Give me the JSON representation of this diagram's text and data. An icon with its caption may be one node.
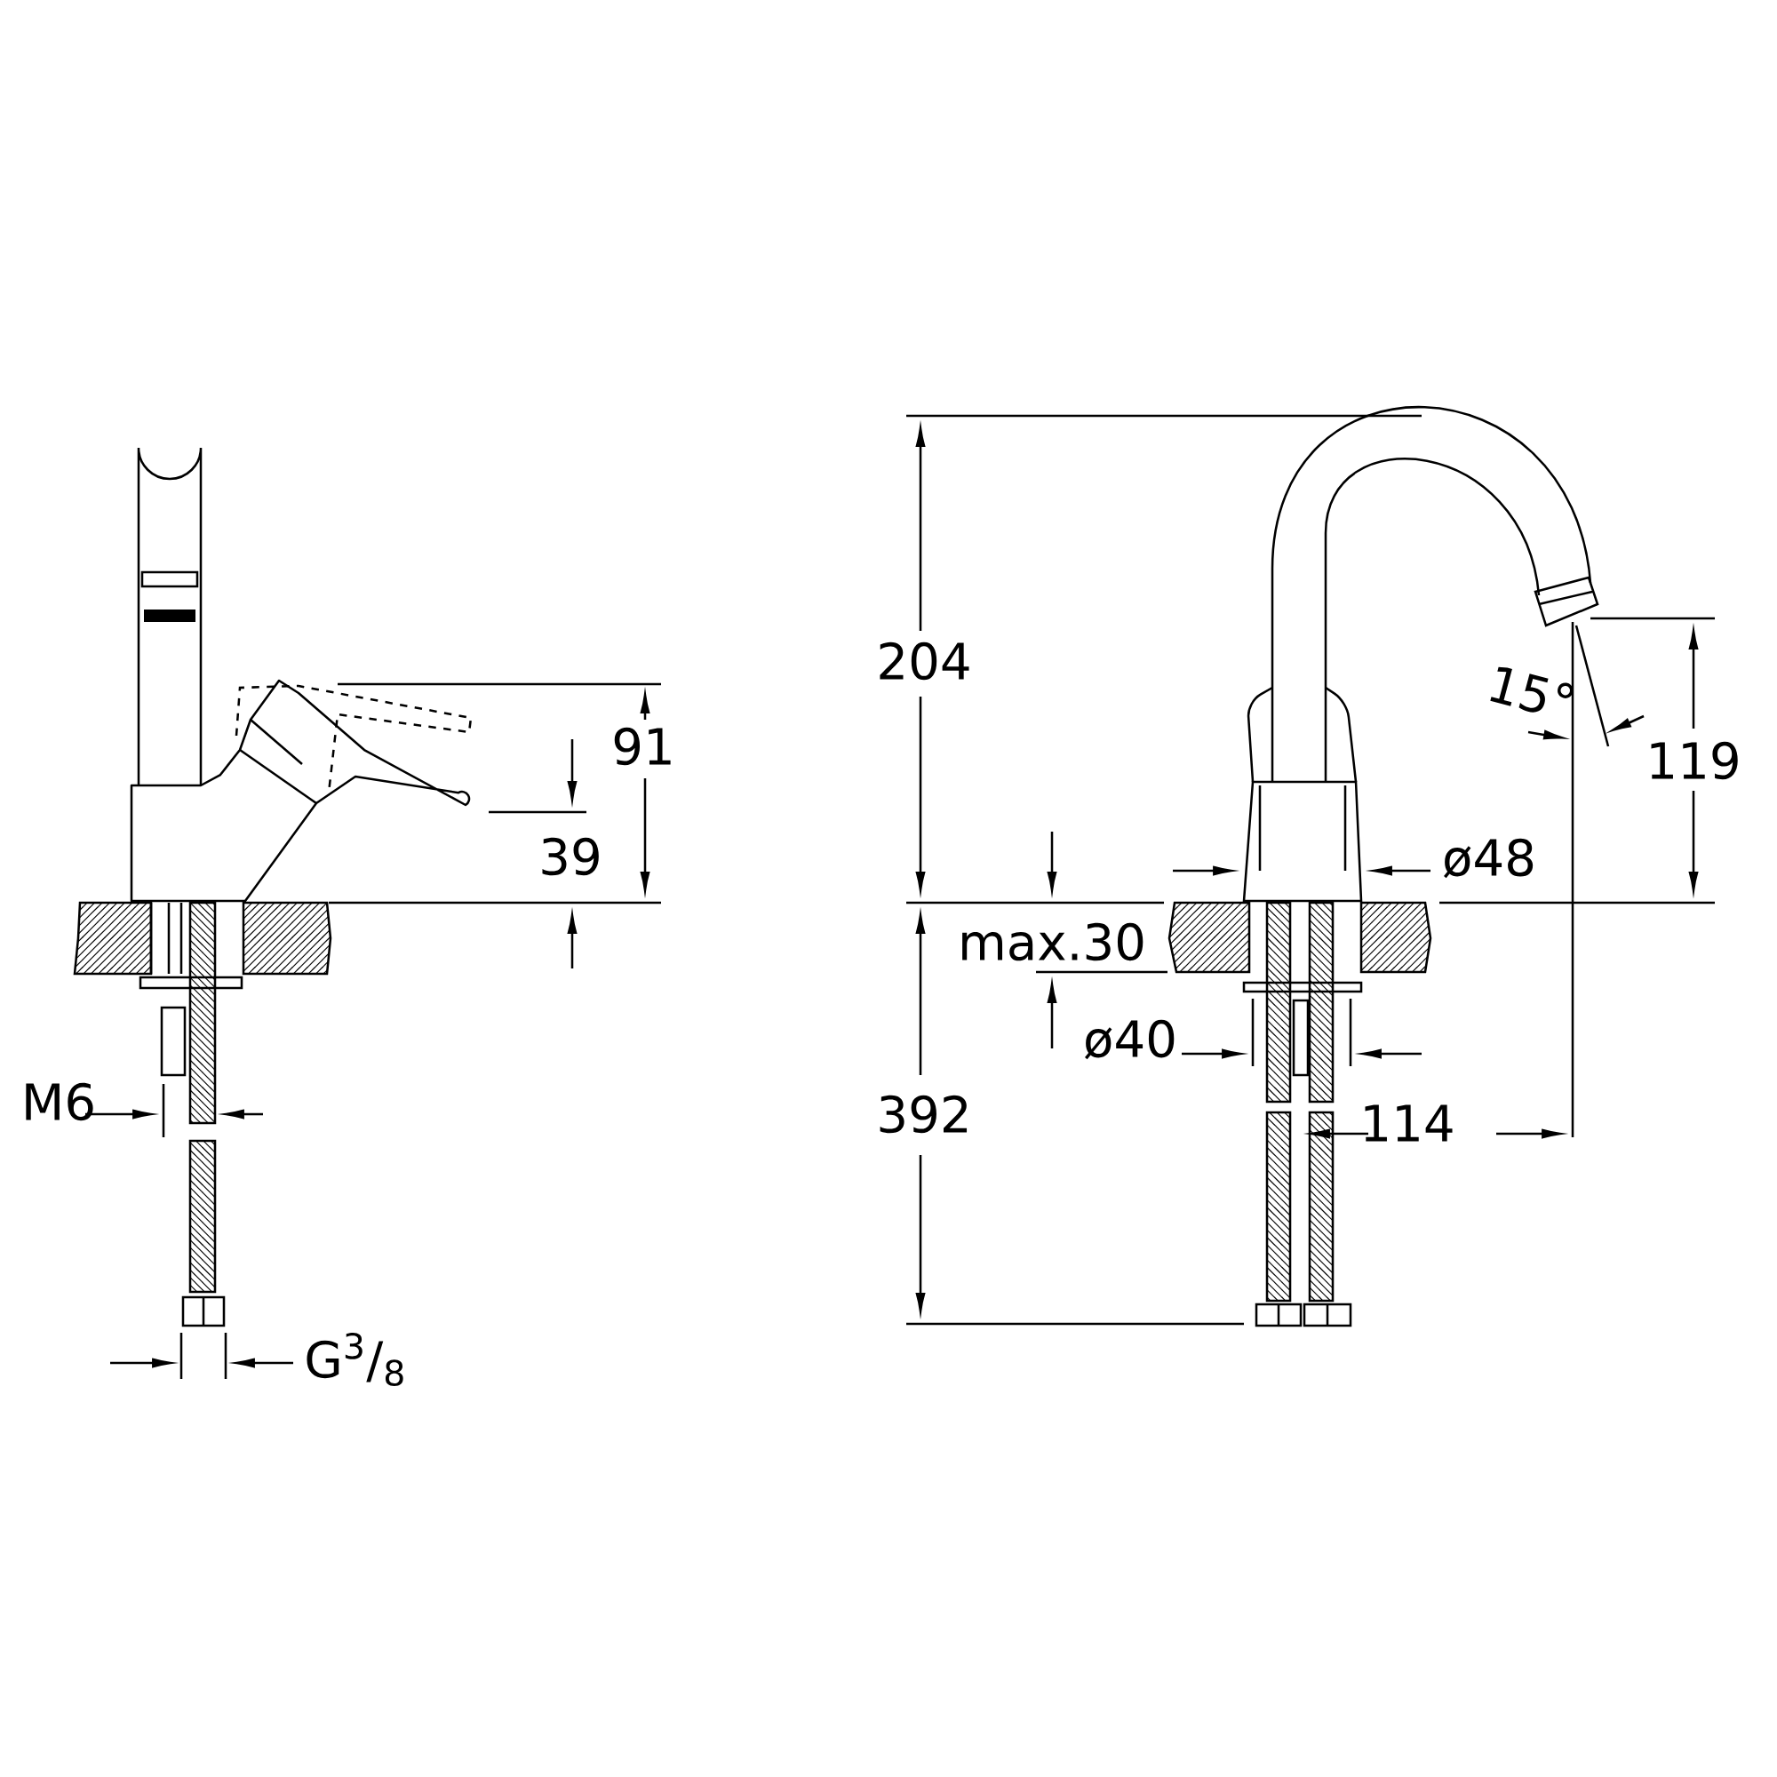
{
  "diagram": {
    "labels": [
      "204",
      "15°",
      "91",
      "119",
      "39",
      "ø48",
      "max.30",
      "ø40",
      "M6",
      "392",
      "114",
      "G$^{3}$/$_{8}$"
    ]
  }
}
